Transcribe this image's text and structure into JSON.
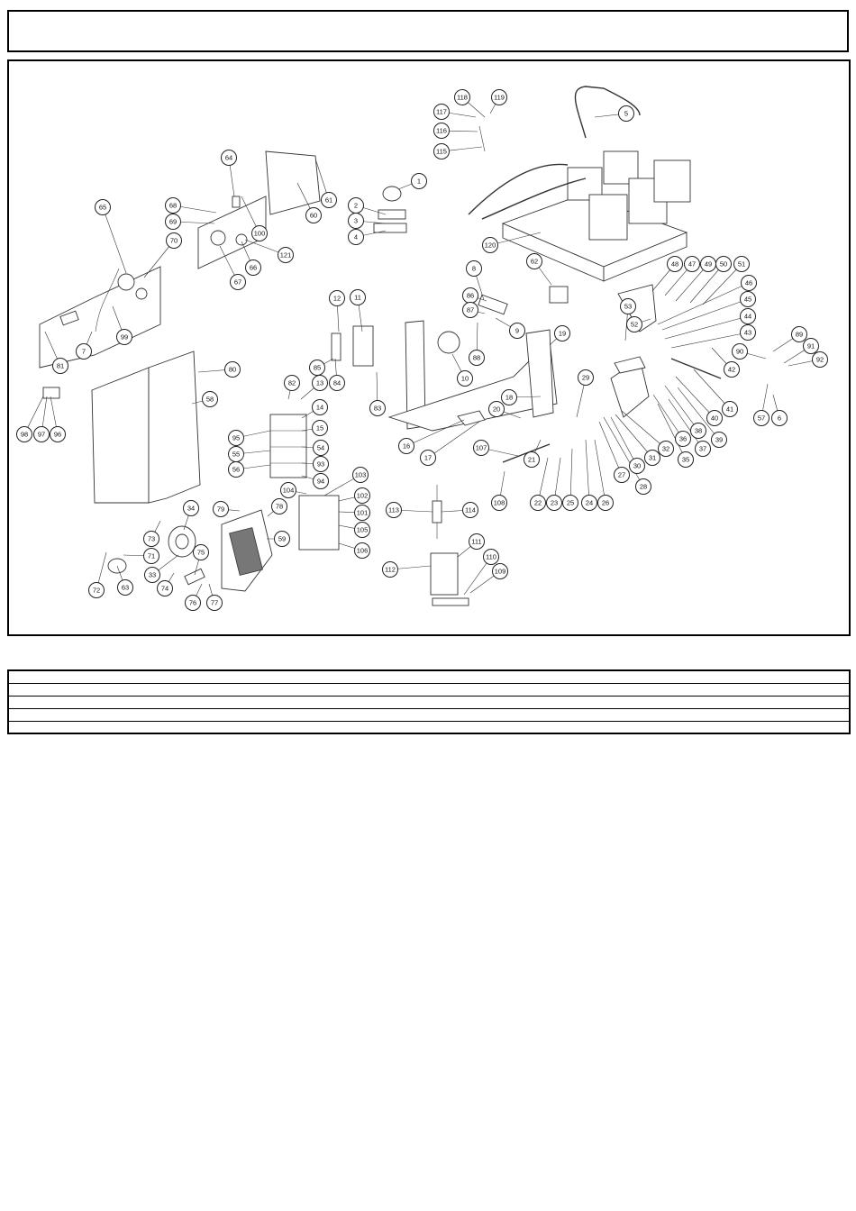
{
  "diagram": {
    "callouts": [
      {
        "n": "1"
      },
      {
        "n": "2"
      },
      {
        "n": "3"
      },
      {
        "n": "4"
      },
      {
        "n": "5"
      },
      {
        "n": "6"
      },
      {
        "n": "7"
      },
      {
        "n": "8"
      },
      {
        "n": "9"
      },
      {
        "n": "10"
      },
      {
        "n": "11"
      },
      {
        "n": "12"
      },
      {
        "n": "13"
      },
      {
        "n": "14"
      },
      {
        "n": "15"
      },
      {
        "n": "16"
      },
      {
        "n": "17"
      },
      {
        "n": "18"
      },
      {
        "n": "19"
      },
      {
        "n": "20"
      },
      {
        "n": "21"
      },
      {
        "n": "22"
      },
      {
        "n": "23"
      },
      {
        "n": "24"
      },
      {
        "n": "25"
      },
      {
        "n": "26"
      },
      {
        "n": "27"
      },
      {
        "n": "28"
      },
      {
        "n": "29"
      },
      {
        "n": "30"
      },
      {
        "n": "31"
      },
      {
        "n": "32"
      },
      {
        "n": "33"
      },
      {
        "n": "34"
      },
      {
        "n": "35"
      },
      {
        "n": "36"
      },
      {
        "n": "37"
      },
      {
        "n": "38"
      },
      {
        "n": "39"
      },
      {
        "n": "40"
      },
      {
        "n": "41"
      },
      {
        "n": "42"
      },
      {
        "n": "43"
      },
      {
        "n": "44"
      },
      {
        "n": "45"
      },
      {
        "n": "46"
      },
      {
        "n": "47"
      },
      {
        "n": "48"
      },
      {
        "n": "49"
      },
      {
        "n": "50"
      },
      {
        "n": "51"
      },
      {
        "n": "52"
      },
      {
        "n": "53"
      },
      {
        "n": "54"
      },
      {
        "n": "55"
      },
      {
        "n": "56"
      },
      {
        "n": "57"
      },
      {
        "n": "58"
      },
      {
        "n": "59"
      },
      {
        "n": "60"
      },
      {
        "n": "61"
      },
      {
        "n": "62"
      },
      {
        "n": "63"
      },
      {
        "n": "64"
      },
      {
        "n": "65"
      },
      {
        "n": "66"
      },
      {
        "n": "67"
      },
      {
        "n": "68"
      },
      {
        "n": "69"
      },
      {
        "n": "70"
      },
      {
        "n": "71"
      },
      {
        "n": "72"
      },
      {
        "n": "73"
      },
      {
        "n": "74"
      },
      {
        "n": "75"
      },
      {
        "n": "76"
      },
      {
        "n": "77"
      },
      {
        "n": "78"
      },
      {
        "n": "79"
      },
      {
        "n": "80"
      },
      {
        "n": "81"
      },
      {
        "n": "82"
      },
      {
        "n": "83"
      },
      {
        "n": "84"
      },
      {
        "n": "85"
      },
      {
        "n": "86"
      },
      {
        "n": "87"
      },
      {
        "n": "88"
      },
      {
        "n": "89"
      },
      {
        "n": "90"
      },
      {
        "n": "91"
      },
      {
        "n": "92"
      },
      {
        "n": "93"
      },
      {
        "n": "94"
      },
      {
        "n": "95"
      },
      {
        "n": "96"
      },
      {
        "n": "97"
      },
      {
        "n": "98"
      },
      {
        "n": "99"
      },
      {
        "n": "100"
      },
      {
        "n": "101"
      },
      {
        "n": "102"
      },
      {
        "n": "103"
      },
      {
        "n": "104"
      },
      {
        "n": "105"
      },
      {
        "n": "106"
      },
      {
        "n": "107"
      },
      {
        "n": "108"
      },
      {
        "n": "109"
      },
      {
        "n": "110"
      },
      {
        "n": "111"
      },
      {
        "n": "112"
      },
      {
        "n": "113"
      },
      {
        "n": "114"
      },
      {
        "n": "115"
      },
      {
        "n": "116"
      },
      {
        "n": "117"
      },
      {
        "n": "118"
      },
      {
        "n": "119"
      },
      {
        "n": "120"
      },
      {
        "n": "121"
      }
    ]
  },
  "table": {
    "rows": [
      "",
      "",
      "",
      ""
    ]
  }
}
